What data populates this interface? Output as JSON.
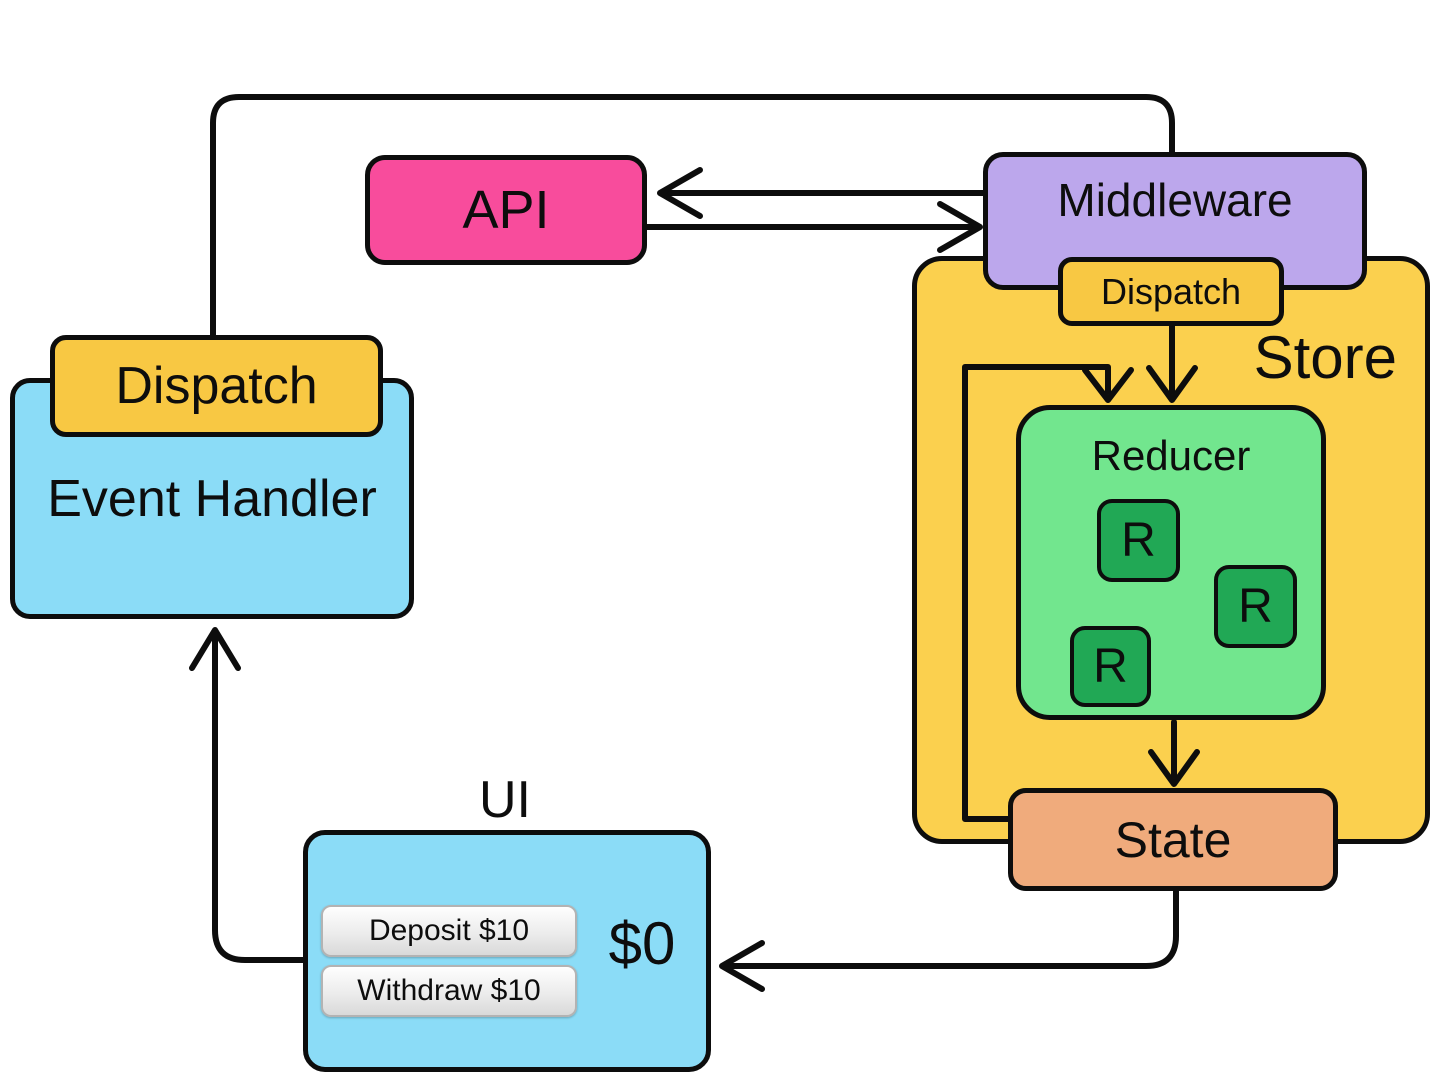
{
  "diagram": {
    "background": "#ffffff",
    "line_color": "#0d0d0d",
    "api": {
      "label": "API",
      "color": "#f84c9c"
    },
    "middleware": {
      "label": "Middleware",
      "color": "#bca7ec"
    },
    "store": {
      "label": "Store",
      "color": "#fbd04e",
      "dispatch": {
        "label": "Dispatch",
        "color": "#f8c843"
      }
    },
    "reducer": {
      "label": "Reducer",
      "color": "#72e68e",
      "r_items": [
        {
          "label": "R"
        },
        {
          "label": "R"
        },
        {
          "label": "R"
        }
      ],
      "r_color": "#21a855"
    },
    "state": {
      "label": "State",
      "color": "#f0ab7c"
    },
    "event_handler": {
      "label": "Event Handler",
      "color": "#8bdcf7",
      "dispatch": {
        "label": "Dispatch",
        "color": "#f8c843"
      }
    },
    "ui": {
      "label": "UI",
      "color": "#8bdcf7",
      "balance": "$0",
      "buttons": [
        {
          "label": "Deposit $10"
        },
        {
          "label": "Withdraw $10"
        }
      ]
    }
  }
}
